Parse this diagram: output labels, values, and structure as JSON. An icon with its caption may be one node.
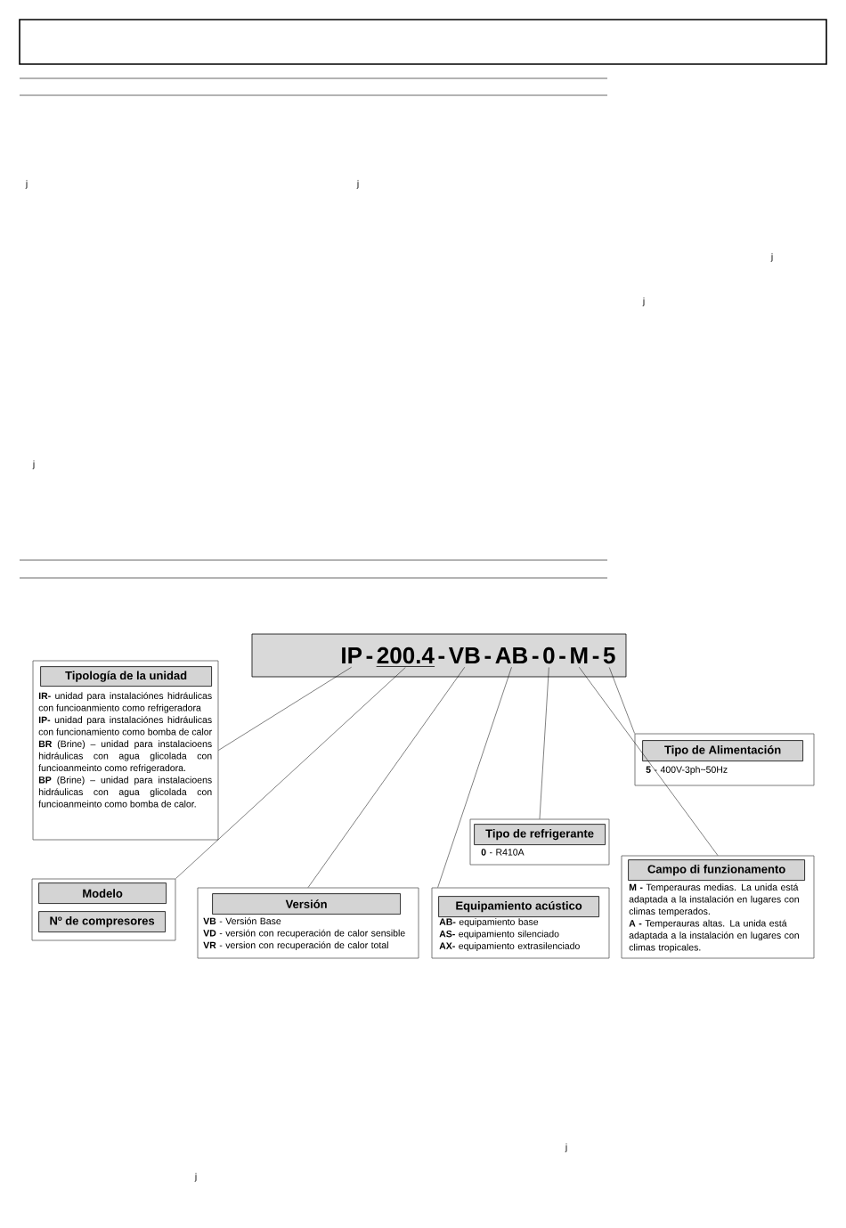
{
  "diagram": {
    "nodes": [
      {
        "text": [],
        "shape": "box"
      },
      {
        "text": [
          "IP"
        ],
        "in": 0
      },
      {
        "text": [
          "200.4"
        ],
        "in": 0
      },
      {
        "text": [
          "VB"
        ],
        "in": 0
      },
      {
        "text": [
          "AB"
        ],
        "in": 0
      },
      {
        "text": [
          "0"
        ],
        "in": 0
      },
      {
        "text": [
          "M"
        ],
        "in": 0
      },
      {
        "text": [
          "5"
        ],
        "in": 0
      },
      {
        "text": [
          "**IR-** unidad para instalaciónes hidráulicas con funcioanmiento como refrigeradora",
          "**IP-** unidad para instalaciónes hidráulicas con funcionamiento como bomba de calor",
          "**BR** (Brine) – unidad para instalacioens hidráulicas con agua glicolada con funcioanmeinto como refrigeradora.",
          "**BP** (Brine) – unidad para instalacioens hidráulicas con agua glicolada con funcioanmeinto como bomba de calor."
        ]
      },
      {
        "text": [
          "Tipología de la unidad"
        ],
        "in": 8
      },
      {
        "text": [
          "**5** - 400V-3ph~50Hz"
        ]
      },
      {
        "text": [
          "Tipo de Alimentación"
        ],
        "in": 10
      },
      {
        "text": [
          "**0** - R410A"
        ]
      },
      {
        "text": [
          "Tipo de refrigerante"
        ],
        "in": 12
      },
      {
        "text": [
          "**M -** Temperauras medias. La unida está adaptada a la instalación en lugares con climas temperados.",
          "**A -** Temperauras  altas. La unida está adaptada a la instalación en lugares con climas tropicales."
        ]
      },
      {
        "text": [
          "Campo di funzionamento"
        ],
        "in": 14
      },
      {
        "text": [],
        "shape": "box"
      },
      {
        "text": [
          "Modelo"
        ],
        "in": 16
      },
      {
        "text": [
          "Nº de compresores"
        ],
        "in": 16
      },
      {
        "text": [
          "**VB** - Versión Base",
          "**VD** - versión con recuperación de calor sensible",
          "**VR** - version con recuperación de calor total"
        ]
      },
      {
        "text": [
          "Versión"
        ],
        "in": 19
      },
      {
        "text": [
          "**AB-** equipamiento base",
          "**AS-** equipamiento silenciado",
          "**AX-** equipamiento extrasilenciado"
        ]
      },
      {
        "text": [
          "Equipamiento acústico"
        ],
        "in": 21
      }
    ],
    "edges": [
      {
        "from": 1,
        "to": 8,
        "arrow": "none"
      },
      {
        "from": 2,
        "to": 16,
        "arrow": "none"
      },
      {
        "from": 3,
        "to": 19,
        "arrow": "none"
      },
      {
        "from": 4,
        "to": 21,
        "arrow": "none"
      },
      {
        "from": 5,
        "to": 12,
        "arrow": "none"
      },
      {
        "from": 6,
        "to": 14,
        "arrow": "none"
      },
      {
        "from": 7,
        "to": 10,
        "arrow": "none"
      }
    ],
    "labels": [
      "j",
      "j",
      "j",
      "j",
      "j",
      "-",
      "-",
      "-",
      "-",
      "-",
      "-",
      "j",
      "j"
    ]
  }
}
